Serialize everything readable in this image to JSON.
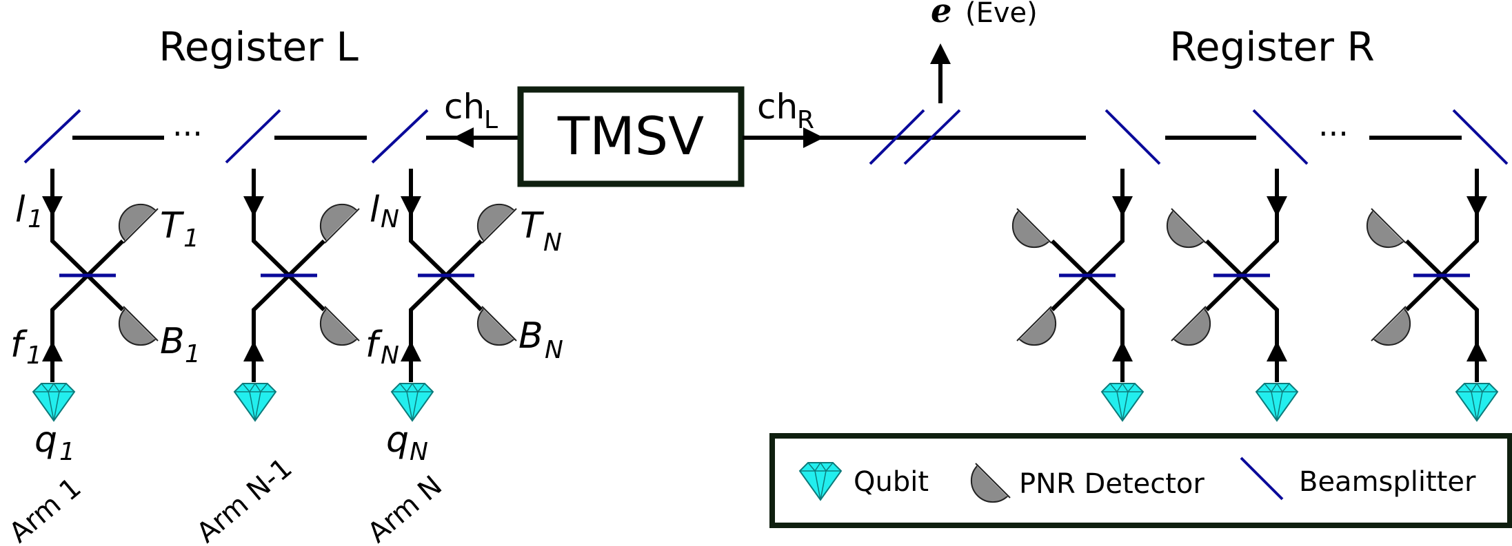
{
  "labels": {
    "register_left": "Register L",
    "register_right": "Register R",
    "source": "TMSV",
    "ch_left_base": "ch",
    "ch_left_sub": "L",
    "ch_right_base": "ch",
    "ch_right_sub": "R",
    "eve_symbol": "e",
    "eve_name": "(Eve)",
    "dots": "···"
  },
  "arm1": {
    "l_base": "l",
    "l_sub": "1",
    "t_base": "T",
    "t_sub": "1",
    "f_base": "f",
    "f_sub": "1",
    "b_base": "B",
    "b_sub": "1",
    "q_base": "q",
    "q_sub": "1",
    "name": "Arm 1"
  },
  "armN1": {
    "name": "Arm N-1"
  },
  "armN": {
    "l_base": "l",
    "l_sub": "N",
    "t_base": "T",
    "t_sub": "N",
    "f_base": "f",
    "f_sub": "N",
    "b_base": "B",
    "b_sub": "N",
    "q_base": "q",
    "q_sub": "N",
    "name": "Arm N"
  },
  "legend": {
    "qubit": "Qubit",
    "detector": "PNR Detector",
    "beamsplitter": "Beamsplitter"
  },
  "colors": {
    "beamsplitter": "#0a0a9a",
    "qubit": "#1ee8e8",
    "detector": "#8c8c8c",
    "box_border": "#0f1f0f"
  }
}
